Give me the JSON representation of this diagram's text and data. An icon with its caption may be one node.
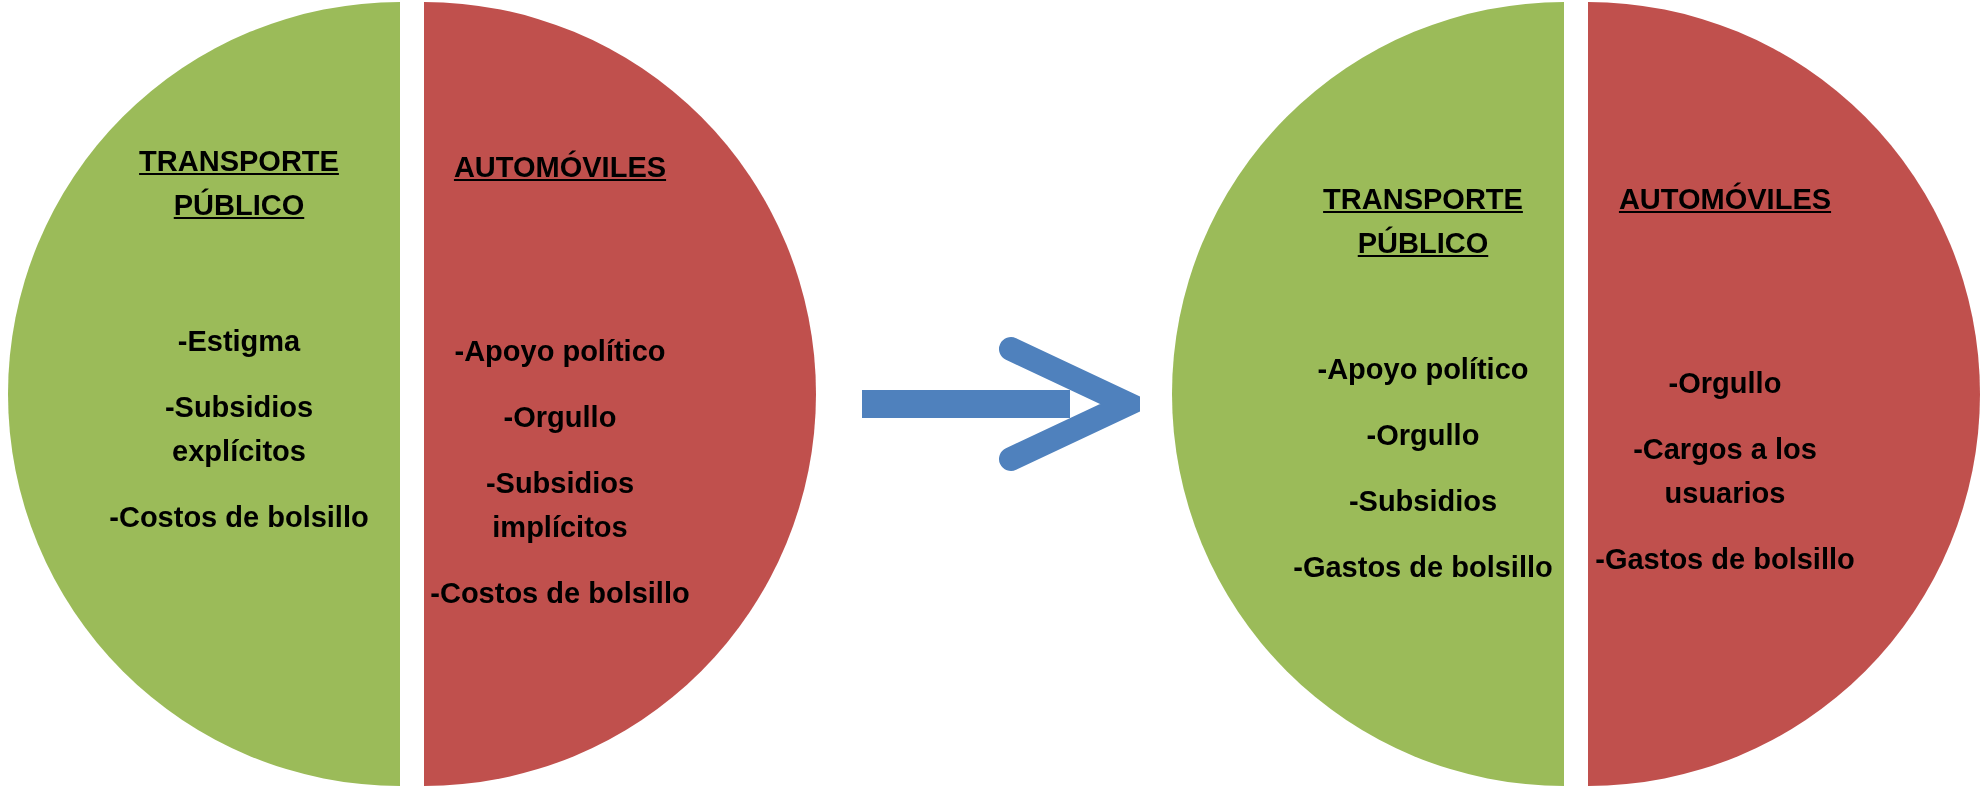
{
  "diagram": {
    "nodes": [
      {
        "text": [
          "TRANSPORTE PÚBLICO",
          "-Estigma",
          "-Subsidios explícitos",
          "-Costos de bolsillo"
        ]
      },
      {
        "text": [
          "AUTOMÓVILES",
          "-Apoyo político",
          "-Orgullo",
          "-Subsidios implícitos",
          "-Costos de bolsillo"
        ]
      },
      {
        "text": [
          "TRANSPORTE PÚBLICO",
          "-Apoyo político",
          "-Orgullo",
          "-Subsidios",
          "-Gastos de bolsillo"
        ]
      },
      {
        "text": [
          "AUTOMÓVILES",
          "-Orgullo",
          "-Cargos a los usuarios",
          "-Gastos de bolsillo"
        ]
      }
    ],
    "edges": [
      {
        "from": 1,
        "to": 2,
        "arrow": "to"
      }
    ]
  }
}
